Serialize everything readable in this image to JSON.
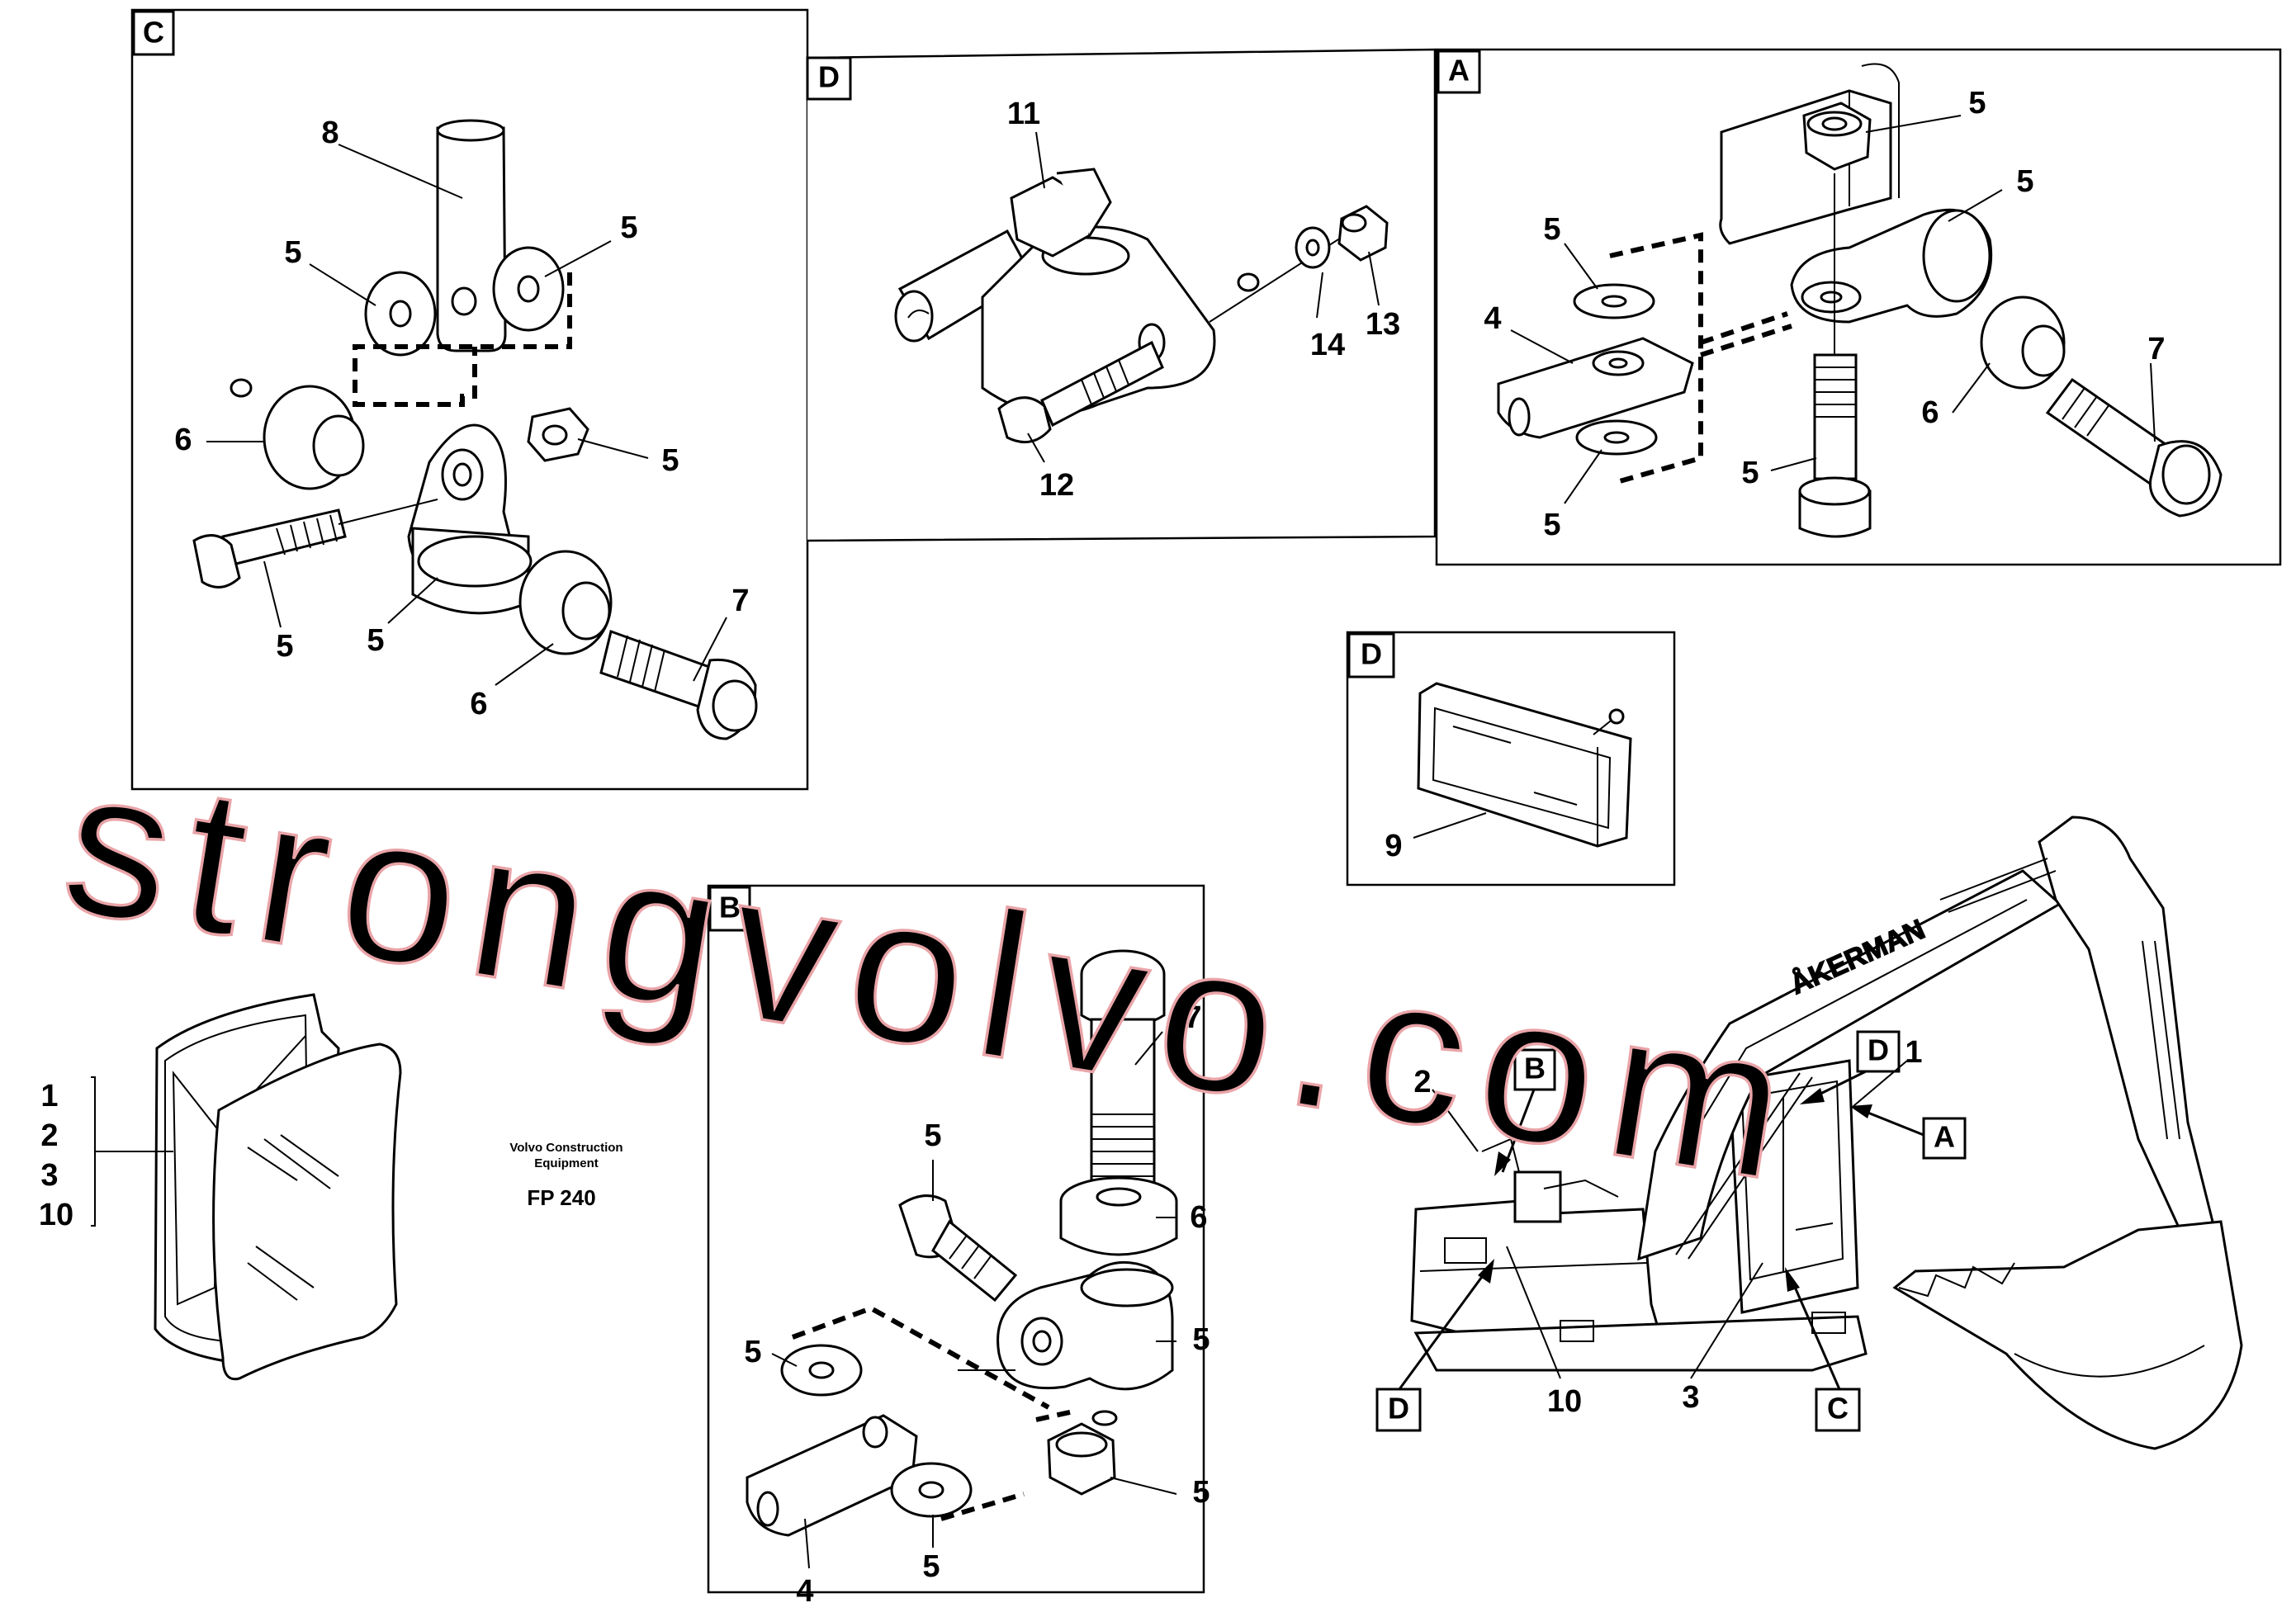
{
  "panels": {
    "C": {
      "tag": "C",
      "callouts": [
        {
          "id": "c8",
          "text": "8"
        },
        {
          "id": "c5a",
          "text": "5"
        },
        {
          "id": "c5b",
          "text": "5"
        },
        {
          "id": "c6a",
          "text": "6"
        },
        {
          "id": "c5c",
          "text": "5"
        },
        {
          "id": "c5d",
          "text": "5"
        },
        {
          "id": "c5e",
          "text": "5"
        },
        {
          "id": "c7",
          "text": "7"
        },
        {
          "id": "c6b",
          "text": "6"
        }
      ]
    },
    "D_top": {
      "tag": "D",
      "callouts": [
        {
          "id": "d11",
          "text": "11"
        },
        {
          "id": "d14",
          "text": "14"
        },
        {
          "id": "d13",
          "text": "13"
        },
        {
          "id": "d12",
          "text": "12"
        }
      ]
    },
    "A": {
      "tag": "A",
      "callouts": [
        {
          "id": "a5a",
          "text": "5"
        },
        {
          "id": "a5b",
          "text": "5"
        },
        {
          "id": "a5c",
          "text": "5"
        },
        {
          "id": "a4",
          "text": "4"
        },
        {
          "id": "a7",
          "text": "7"
        },
        {
          "id": "a6",
          "text": "6"
        },
        {
          "id": "a5d",
          "text": "5"
        },
        {
          "id": "a5e",
          "text": "5"
        }
      ]
    },
    "D_lamp": {
      "tag": "D",
      "callouts": [
        {
          "id": "l9",
          "text": "9"
        }
      ]
    },
    "B": {
      "tag": "B",
      "callouts": [
        {
          "id": "b7",
          "text": "7"
        },
        {
          "id": "b5a",
          "text": "5"
        },
        {
          "id": "b6",
          "text": "6"
        },
        {
          "id": "b5b",
          "text": "5"
        },
        {
          "id": "b5c",
          "text": "5"
        },
        {
          "id": "b4",
          "text": "4"
        },
        {
          "id": "b5d",
          "text": "5"
        },
        {
          "id": "b5e",
          "text": "5"
        }
      ]
    }
  },
  "mirror": {
    "callouts": [
      "1",
      "2",
      "3",
      "10"
    ]
  },
  "caption": {
    "line1": "Volvo Construction",
    "line2": "Equipment",
    "code": "FP 240"
  },
  "machine": {
    "brand": "ÅKERMAN",
    "tags": [
      {
        "id": "mB",
        "text": "B"
      },
      {
        "id": "mD1",
        "text": "D"
      },
      {
        "id": "mA",
        "text": "A"
      },
      {
        "id": "mD2",
        "text": "D"
      },
      {
        "id": "mC",
        "text": "C"
      }
    ],
    "callouts": [
      {
        "id": "m2",
        "text": "2"
      },
      {
        "id": "m1",
        "text": "1"
      },
      {
        "id": "m10",
        "text": "10"
      },
      {
        "id": "m3",
        "text": "3"
      }
    ]
  },
  "watermark": "strongvolvo.com"
}
